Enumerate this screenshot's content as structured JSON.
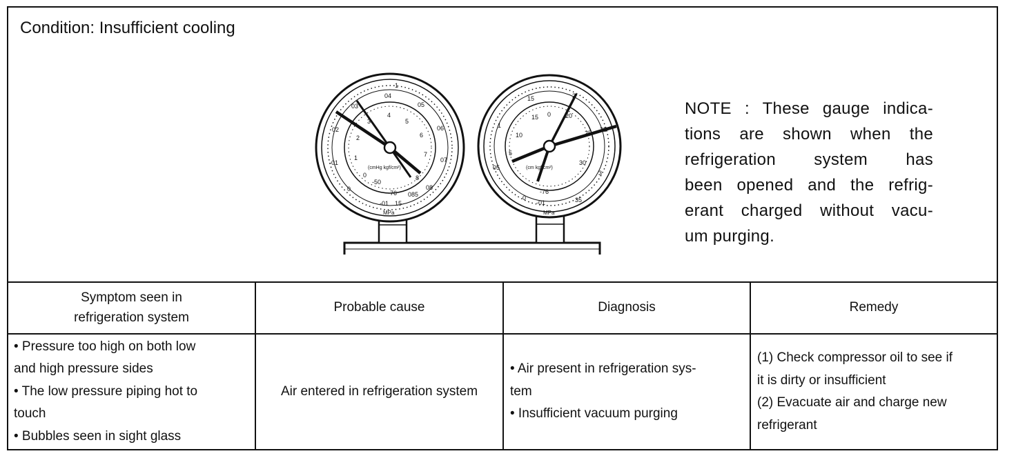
{
  "condition": "Condition: Insufficient cooling",
  "note_lines": [
    "NOTE : These gauge indica-",
    "tions are shown when the",
    "refrigeration system has",
    "been opened and the refrig-",
    "erant charged without vacu-",
    "um purging."
  ],
  "gauges": {
    "low": {
      "outer_scale": [
        "1",
        "04",
        "05",
        "06",
        "07",
        "08",
        "085",
        "15",
        "-01",
        "0",
        "-01",
        "02",
        "03"
      ],
      "inner_scale": [
        "4",
        "5",
        "6",
        "7",
        "8",
        "3",
        "2",
        "1",
        "0"
      ],
      "unit_label": "(cmHg  kgf/cm²)",
      "vacuum_labels": [
        "-50",
        "-76"
      ],
      "bottom_label": "MPa"
    },
    "high": {
      "outer_scale": [
        "2",
        "25",
        "3",
        "35",
        "-01",
        "0",
        "05",
        "1",
        "15"
      ],
      "inner_scale": [
        "20",
        "25",
        "30",
        "10",
        "15",
        "5",
        "0"
      ],
      "unit_label": "(cm  kgf/cm²)",
      "vacuum_labels": [
        "-76"
      ],
      "bottom_label": "MPa"
    }
  },
  "table": {
    "headers": [
      [
        "Symptom seen in",
        "refrigeration system"
      ],
      [
        "Probable cause"
      ],
      [
        "Diagnosis"
      ],
      [
        "Remedy"
      ]
    ],
    "symptom": [
      "• Pressure too high on both low",
      "and high pressure sides",
      "• The low pressure piping hot to",
      "touch",
      "• Bubbles seen in sight glass"
    ],
    "cause": [
      "Air entered in refrigeration system"
    ],
    "diagnosis": [
      "• Air present in refrigeration sys-",
      "tem",
      "• Insufficient vacuum purging"
    ],
    "remedy": [
      "(1) Check compressor oil to see if",
      "it is dirty or insufficient",
      "(2) Evacuate air and charge new",
      "refrigerant"
    ]
  }
}
